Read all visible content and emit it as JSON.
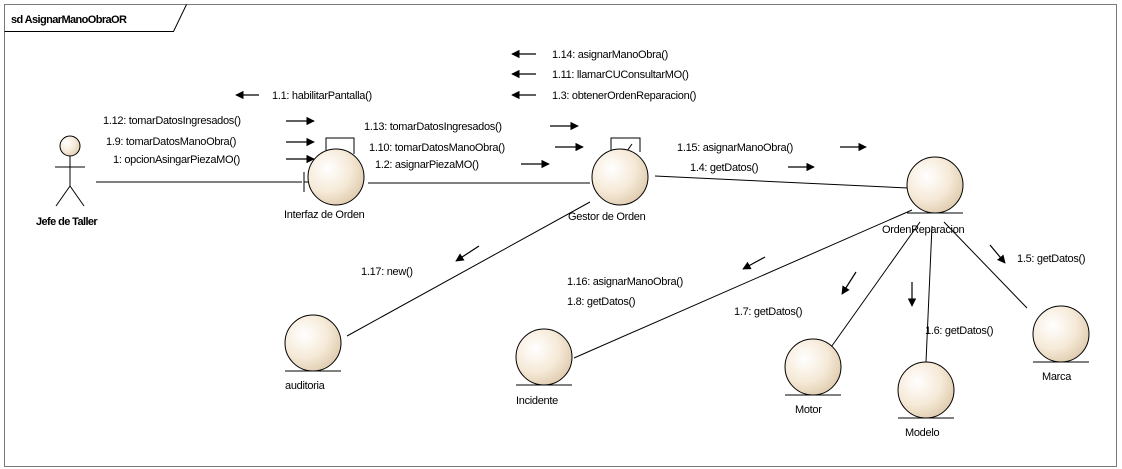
{
  "frame": {
    "title": "sd AsignarManoObraOR"
  },
  "actor": {
    "name": "Jefe de Taller"
  },
  "objects": {
    "interfaz": "Interfaz de Orden",
    "gestor": "Gestor de Orden",
    "orden": "OrdenReparacion",
    "auditoria": "auditoria",
    "incidente": "Incidente",
    "motor": "Motor",
    "modelo": "Modelo",
    "marca": "Marca"
  },
  "messages": {
    "m1_1": "1.1: habilitarPantalla()",
    "m1_12": "1.12: tomarDatosIngresados()",
    "m1_9": "1.9: tomarDatosManoObra()",
    "m1": "1: opcionAsingarPiezaMO()",
    "m1_13": "1.13: tomarDatosIngresados()",
    "m1_10": "1.10: tomarDatosManoObra()",
    "m1_2": "1.2: asignarPiezaMO()",
    "m1_14": "1.14: asignarManoObra()",
    "m1_11": "1.11: llamarCUConsultarMO()",
    "m1_3": "1.3: obtenerOrdenReparacion()",
    "m1_15": "1.15: asignarManoObra()",
    "m1_4": "1.4: getDatos()",
    "m1_17": "1.17: new()",
    "m1_16": "1.16: asignarManoObra()",
    "m1_8": "1.8: getDatos()",
    "m1_7": "1.7: getDatos()",
    "m1_6": "1.6: getDatos()",
    "m1_5": "1.5: getDatos()"
  }
}
